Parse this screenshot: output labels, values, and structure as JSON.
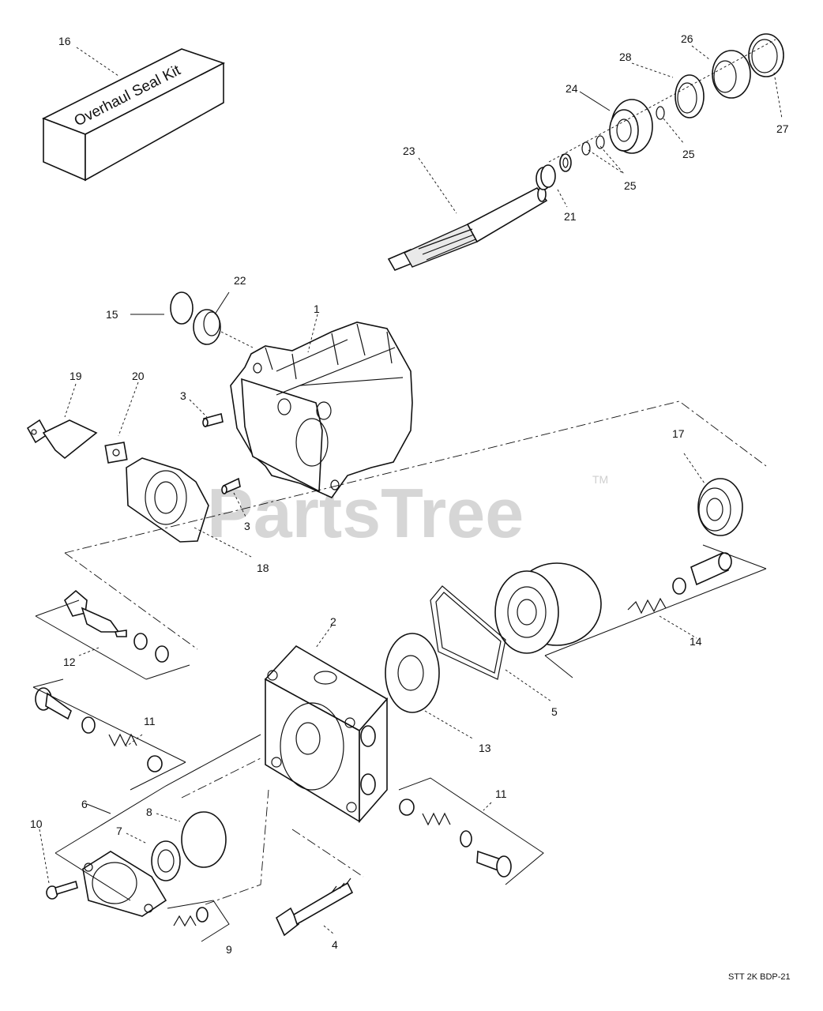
{
  "diagram": {
    "kit_label": "Overhaul Seal Kit",
    "watermark": "PartsTree",
    "trademark": "TM",
    "drawing_code": "STT 2K BDP-21",
    "callouts": [
      {
        "id": "c16",
        "label": "16"
      },
      {
        "id": "c26",
        "label": "26"
      },
      {
        "id": "c28",
        "label": "28"
      },
      {
        "id": "c24",
        "label": "24"
      },
      {
        "id": "c27",
        "label": "27"
      },
      {
        "id": "c25a",
        "label": "25"
      },
      {
        "id": "c25b",
        "label": "25"
      },
      {
        "id": "c23",
        "label": "23"
      },
      {
        "id": "c21",
        "label": "21"
      },
      {
        "id": "c22",
        "label": "22"
      },
      {
        "id": "c15",
        "label": "15"
      },
      {
        "id": "c1",
        "label": "1"
      },
      {
        "id": "c19",
        "label": "19"
      },
      {
        "id": "c20",
        "label": "20"
      },
      {
        "id": "c3a",
        "label": "3"
      },
      {
        "id": "c3b",
        "label": "3"
      },
      {
        "id": "c17",
        "label": "17"
      },
      {
        "id": "c18",
        "label": "18"
      },
      {
        "id": "c2",
        "label": "2"
      },
      {
        "id": "c12",
        "label": "12"
      },
      {
        "id": "c14",
        "label": "14"
      },
      {
        "id": "c11a",
        "label": "11"
      },
      {
        "id": "c5",
        "label": "5"
      },
      {
        "id": "c13",
        "label": "13"
      },
      {
        "id": "c6",
        "label": "6"
      },
      {
        "id": "c8",
        "label": "8"
      },
      {
        "id": "c11b",
        "label": "11"
      },
      {
        "id": "c10",
        "label": "10"
      },
      {
        "id": "c7",
        "label": "7"
      },
      {
        "id": "c9",
        "label": "9"
      },
      {
        "id": "c4",
        "label": "4"
      }
    ]
  }
}
